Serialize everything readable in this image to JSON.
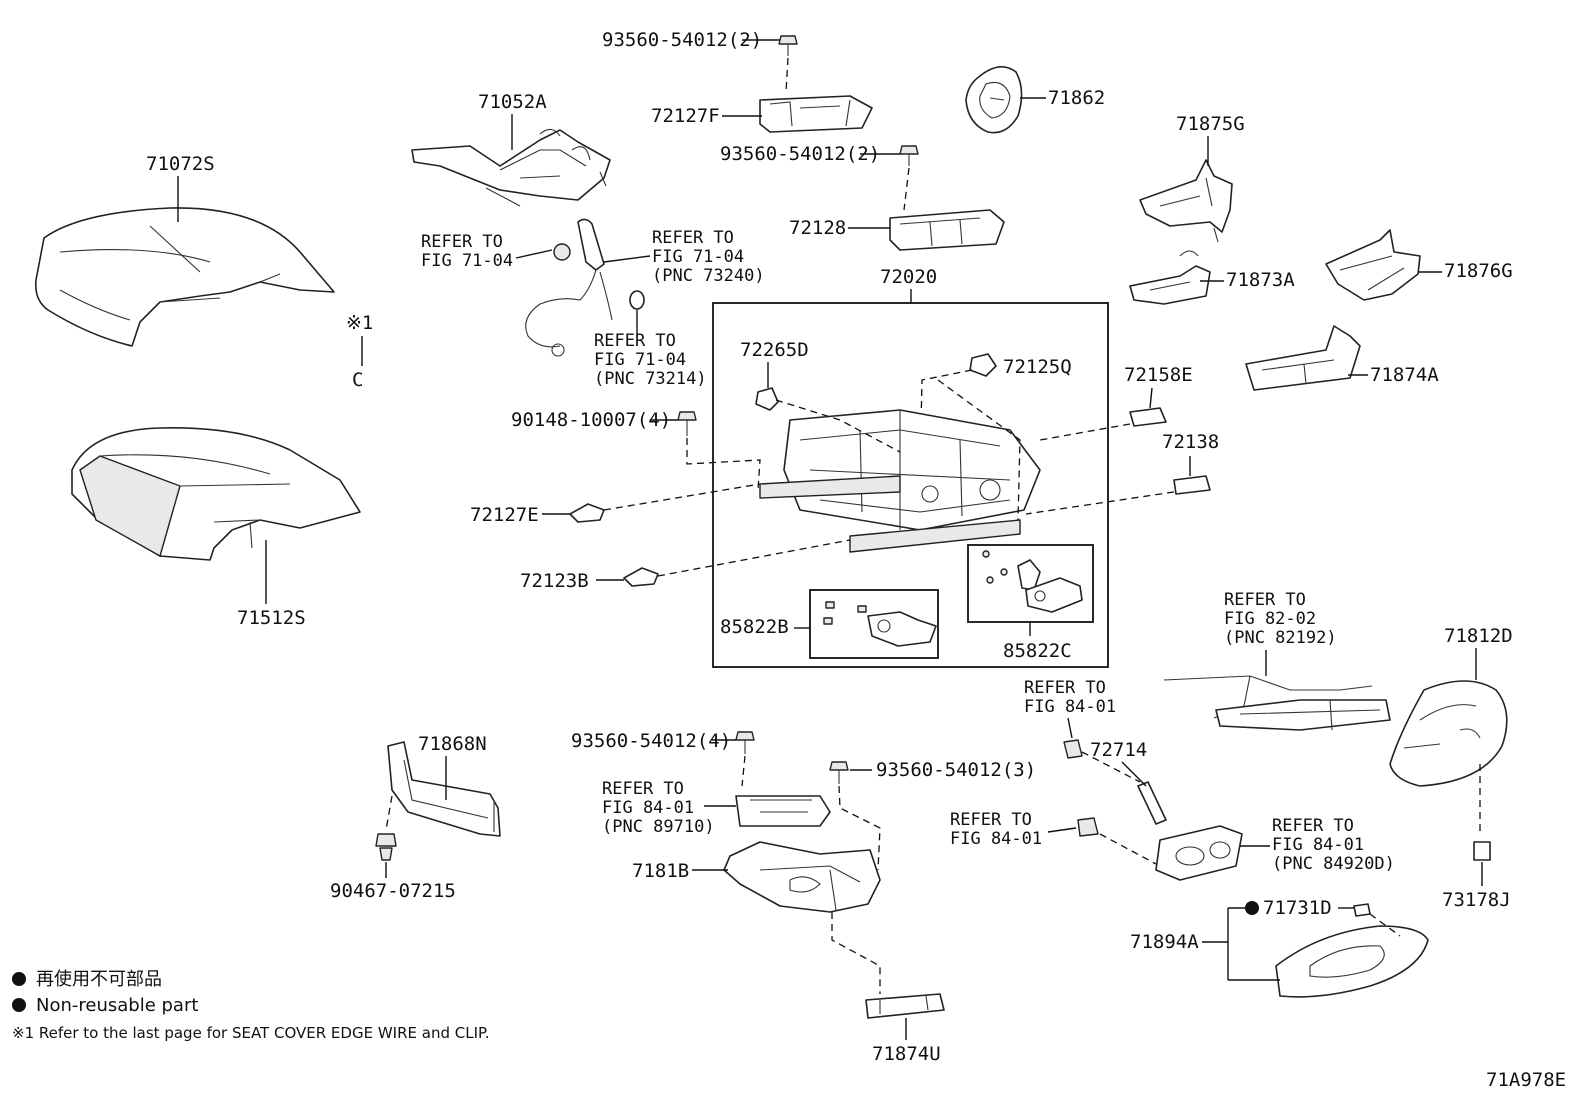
{
  "labels": {
    "p93560_top": "93560-54012(2)",
    "p72127F": "72127F",
    "p93560_mid": "93560-54012(2)",
    "p72128": "72128",
    "p72020": "72020",
    "p71862": "71862",
    "p71052A": "71052A",
    "p71072S": "71072S",
    "note_mark": "※1",
    "clip_c": "C",
    "p71875G": "71875G",
    "p71873A": "71873A",
    "p71876G": "71876G",
    "p71874A": "71874A",
    "p72265D": "72265D",
    "p72125Q": "72125Q",
    "p72158E": "72158E",
    "p72138": "72138",
    "p90148": "90148-10007(4)",
    "p72127E": "72127E",
    "p72123B": "72123B",
    "p85822B": "85822B",
    "p85822C": "85822C",
    "p71512S": "71512S",
    "p71868N": "71868N",
    "p90467": "90467-07215",
    "p93560_4": "93560-54012(4)",
    "p93560_3": "93560-54012(3)",
    "p7181B": "7181B",
    "p71874U": "71874U",
    "p72714": "72714",
    "p71812D": "71812D",
    "p73178J": "73178J",
    "p71731D": "71731D",
    "p71894A": "71894A"
  },
  "refer_notes": [
    {
      "lines": [
        "REFER TO",
        "FIG 71-04"
      ]
    },
    {
      "lines": [
        "REFER TO",
        "FIG 71-04",
        "(PNC 73240)"
      ]
    },
    {
      "lines": [
        "REFER TO",
        "FIG 71-04",
        "(PNC 73214)"
      ]
    },
    {
      "lines": [
        "REFER TO",
        "FIG 82-02",
        "(PNC 82192)"
      ]
    },
    {
      "lines": [
        "REFER TO",
        "FIG 84-01"
      ]
    },
    {
      "lines": [
        "REFER TO",
        "FIG 84-01",
        "(PNC 89710)"
      ]
    },
    {
      "lines": [
        "REFER TO",
        "FIG 84-01"
      ]
    },
    {
      "lines": [
        "REFER TO",
        "FIG 84-01",
        "(PNC 84920D)"
      ]
    }
  ],
  "legend": {
    "jp": "再使用不可部品",
    "en": "Non-reusable part",
    "note": "※1 Refer to the last page for SEAT COVER EDGE WIRE and CLIP."
  },
  "drawing_code": "71A978E"
}
